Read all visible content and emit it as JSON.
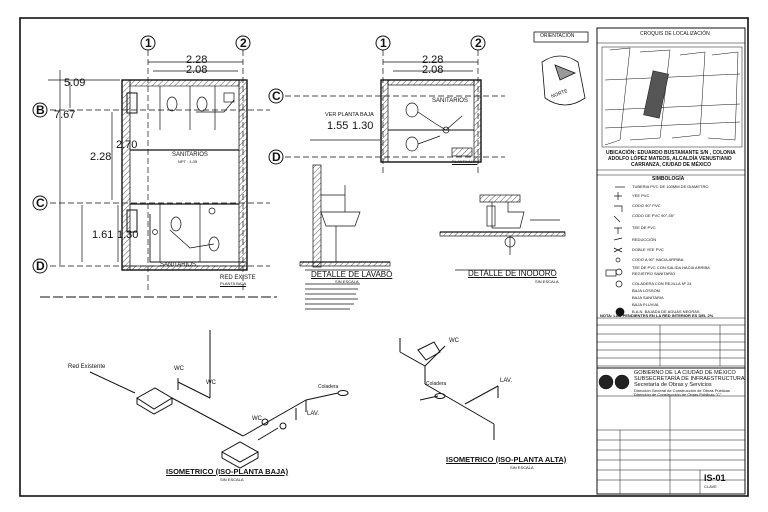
{
  "axes": {
    "one": "1",
    "two": "2",
    "b": "B",
    "c": "C",
    "d": "D"
  },
  "plan_left": {
    "dims": {
      "w1": "2.28",
      "w2": "2.08",
      "h_top": "5.09",
      "h_total": "7.67",
      "h_mid": "2.28",
      "h_mid2": "2.70",
      "h_low1": "1.61",
      "h_low2": "1.30"
    },
    "room_upper": "SANITARIOS",
    "room_upper_npt": "NPT : 1.05",
    "room_lower": "SANITARIOS",
    "plan_title": "RED EXISTE",
    "plan_subtitle": "PLANTA BAJA"
  },
  "plan_right": {
    "dims": {
      "w1": "2.28",
      "w2": "2.08",
      "h1": "1.55",
      "h2": "1.30"
    },
    "room": "SANITARIOS",
    "label_vent": "VER PLANTA BAJA",
    "plan_subtitle": "PLANTA ALTA"
  },
  "details": {
    "lavabo": "DETALLE DE LAVABO",
    "inodoro": "DETALLE DE INODORO",
    "sin_escala": "SIN ESCALA"
  },
  "isometrics": {
    "baja_title": "ISOMETRICO (ISO-PLANTA BAJA)",
    "alta_title": "ISOMETRICO (ISO-PLANTA ALTA)",
    "sin_escala": "SIN ESCALA",
    "labels": {
      "red_existente": "Red Existente",
      "wc": "WC",
      "lav": "LAV.",
      "coladera": "Coladera"
    }
  },
  "orientation": {
    "title": "ORIENTACIÓN",
    "north": "NORTE"
  },
  "location": {
    "title": "CROQUIS DE LOCALIZACIÓN",
    "address": [
      "UBICACIÓN: EDUARDO BUSTAMANTE S/N , COLONIA",
      "ADOLFO LÓPEZ MATEOS, ALCALDÍA VENUSTIANO",
      "CARRANZA, CIUDAD DE MÉXICO"
    ]
  },
  "legend": {
    "title": "SIMBOLOGÍA",
    "items": [
      "TUBERIA PVC DE 100MM DE DIAMETRO",
      "YEE PVC",
      "CODO 90° PVC",
      "CODO DE PVC  90°-45°",
      "TEE DE PVC",
      "REDUCCIÓN",
      "DOBLE YEE PVC",
      "CODO A 90° HACIA ARRIBA",
      "TEE DE PVC CON SALIDA HACIA ARRIBA",
      "REGISTRO SANITARIO",
      "COLADERA CON REJILLA Nº 24",
      "BAJA LOSSOM",
      "BAJA SANITARIA",
      "BAJA PLUVIAL",
      "B.A.N.     BAJADA DE AGUAS NEGRAS"
    ],
    "note": "NOTA: LAS PENDIENTES EN LA RED INTERIOR ES DEL 2%"
  },
  "title_block": {
    "org": [
      "GOBIERNO DE LA CIUDAD DE MÉXICO",
      "SUBSECRETARÍA DE INFRAESTRUCTURA",
      "Secretaría de Obras y Servicios",
      "Dirección General de Construcción de Obras Públicas",
      "Dirección de Construcción de Obras Públicas \"C\""
    ],
    "sheet": "IS-01",
    "sheet_label": "CLAVE"
  }
}
